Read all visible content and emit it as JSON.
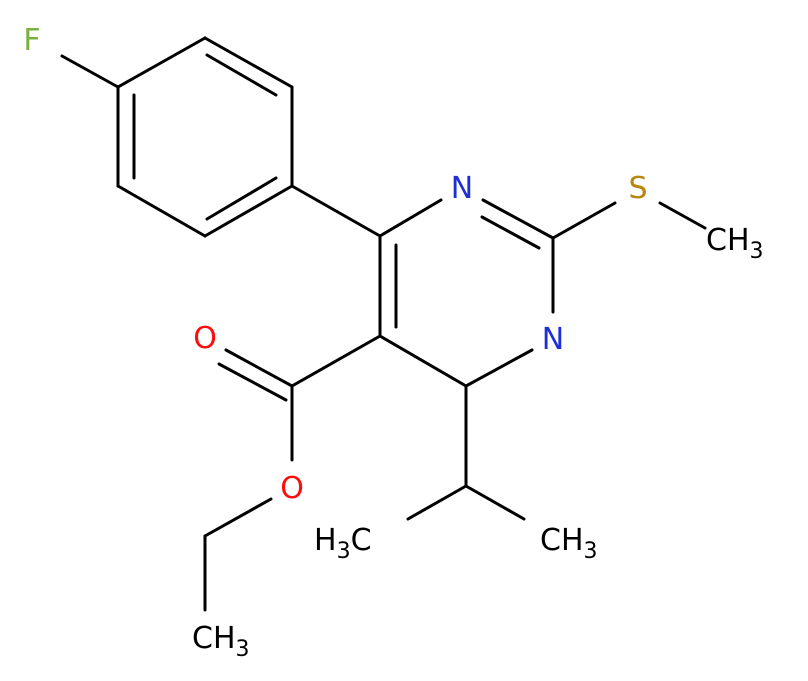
{
  "colors": {
    "bond": "#000000",
    "carbon": "#000000",
    "nitrogen": "#1f2fd6",
    "oxygen": "#ff0d0d",
    "sulfur": "#b8860b",
    "fluorine": "#7ab03c"
  },
  "atoms": {
    "fluorine": "F",
    "nitrogen_top": "N",
    "nitrogen_right": "N",
    "sulfur": "S",
    "methyl_s_main": "CH",
    "methyl_s_sub": "3",
    "carbonyl_oxygen": "O",
    "ester_oxygen": "O",
    "isopropyl_left_h": "H",
    "isopropyl_left_sub": "3",
    "isopropyl_left_c": "C",
    "isopropyl_right_main": "CH",
    "isopropyl_right_sub": "3",
    "ethyl_methyl_main": "CH",
    "ethyl_methyl_sub": "3"
  }
}
